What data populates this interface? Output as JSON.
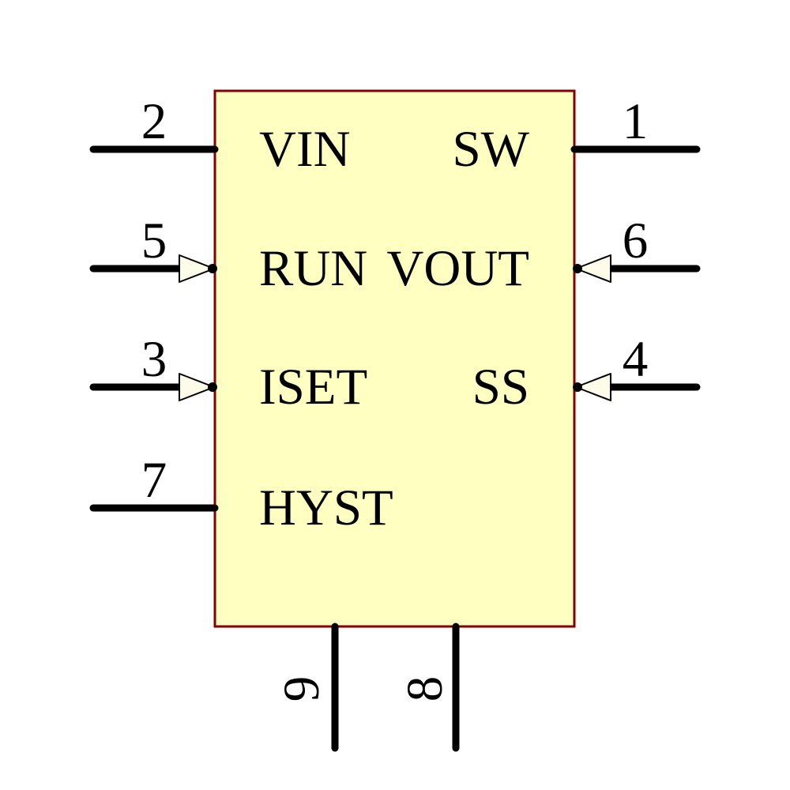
{
  "colors": {
    "background": "#FFFFFF",
    "body_fill": "#FFFFC2",
    "body_border": "#840000",
    "pin_line": "#000000",
    "arrow_fill": "#FCFCE8",
    "arrow_outline": "#000000",
    "text_color": "#000000"
  },
  "symbol": {
    "pins_left": [
      {
        "number": "2",
        "name": "VIN",
        "type": "plain"
      },
      {
        "number": "5",
        "name": "RUN",
        "type": "input-arrow"
      },
      {
        "number": "3",
        "name": "ISET",
        "type": "input-arrow"
      },
      {
        "number": "7",
        "name": "HYST",
        "type": "plain"
      }
    ],
    "pins_right": [
      {
        "number": "1",
        "name": "SW",
        "type": "plain"
      },
      {
        "number": "6",
        "name": "VOUT",
        "type": "input-arrow"
      },
      {
        "number": "4",
        "name": "SS",
        "type": "input-arrow"
      }
    ],
    "pins_bottom": [
      {
        "number": "9"
      },
      {
        "number": "8"
      }
    ]
  }
}
